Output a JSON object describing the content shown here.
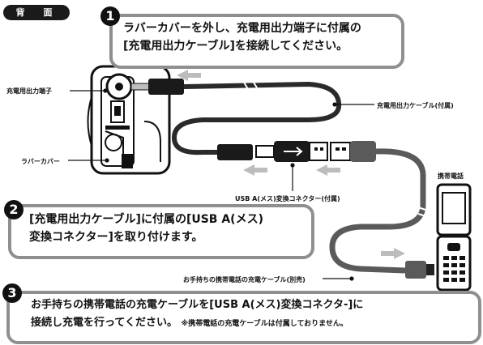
{
  "header": {
    "back_label": "背　面"
  },
  "steps": [
    {
      "number": "1",
      "line1": "ラバーカバーを外し、充電用出力端子に付属の",
      "line2": "[充電用出力ケーブル]を接続してください。"
    },
    {
      "number": "2",
      "line1": "[充電用出力ケーブル]に付属の[USB A(メス)",
      "line2": "変換コネクター]を取り付けます。"
    },
    {
      "number": "3",
      "line1": "お手持ちの携帯電話の充電ケーブルを[USB A(メス)変換コネクタ-]に",
      "line2": "接続し充電を行ってください。",
      "note": "※携帯電話の充電ケーブルは付属しておりません。"
    }
  ],
  "labels": {
    "output_terminal": "充電用出力端子",
    "rubber_cover": "ラバーカバー",
    "output_cable": "充電用出力ケーブル(付属)",
    "usb_converter": "USB A(メス)変換コネクター(付属)",
    "phone_cable": "お手持ちの携帯電話の充電ケーブル(別売)",
    "phone": "携帯電話"
  },
  "colors": {
    "frame": "#8f8f8f",
    "badge": "#1a1a1a",
    "arrow": "#bcbcbc",
    "cable": "#2a2a2a"
  }
}
